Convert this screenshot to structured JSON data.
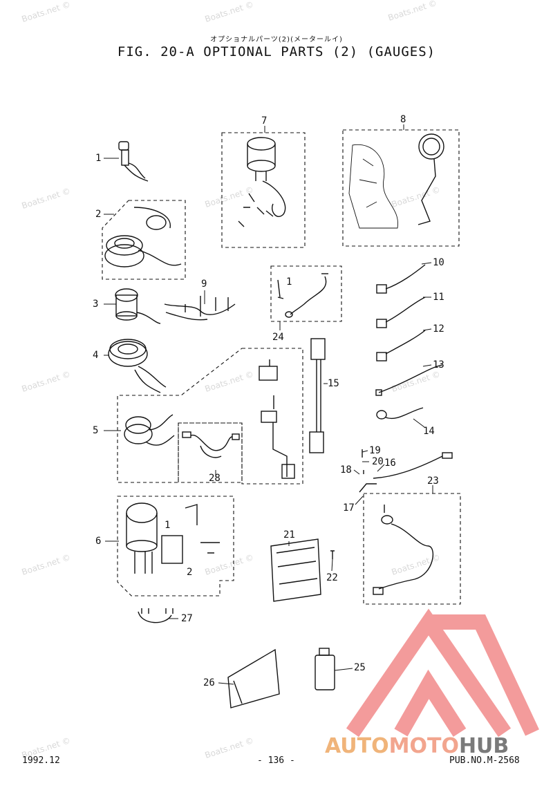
{
  "header": {
    "subtitle_jp": "オプショナルパーツ(2)(メータールイ)",
    "title": "FIG. 20-A OPTIONAL PARTS (2) (GAUGES)"
  },
  "footer": {
    "date": "1992.12",
    "page": "- 136 -",
    "pub_no": "PUB.NO.M-2568"
  },
  "watermark": "Boats.net ©",
  "logo": {
    "part1": "AUTO",
    "part2": "MOTO",
    "part3": "HUB"
  },
  "callouts": {
    "c1": "1",
    "c2": "2",
    "c3": "3",
    "c4": "4",
    "c5": "5",
    "c6": "6",
    "c7": "7",
    "c8": "8",
    "c9": "9",
    "c10": "10",
    "c11": "11",
    "c12": "12",
    "c13": "13",
    "c14": "14",
    "c15": "15",
    "c16": "16",
    "c17": "17",
    "c18": "18",
    "c19": "19",
    "c20": "20",
    "c21": "21",
    "c22": "22",
    "c23": "23",
    "c24": "24",
    "c25": "25",
    "c26": "26",
    "c27": "27",
    "c28": "28",
    "c24_1": "1",
    "c6_1": "1",
    "c6_2": "2"
  }
}
